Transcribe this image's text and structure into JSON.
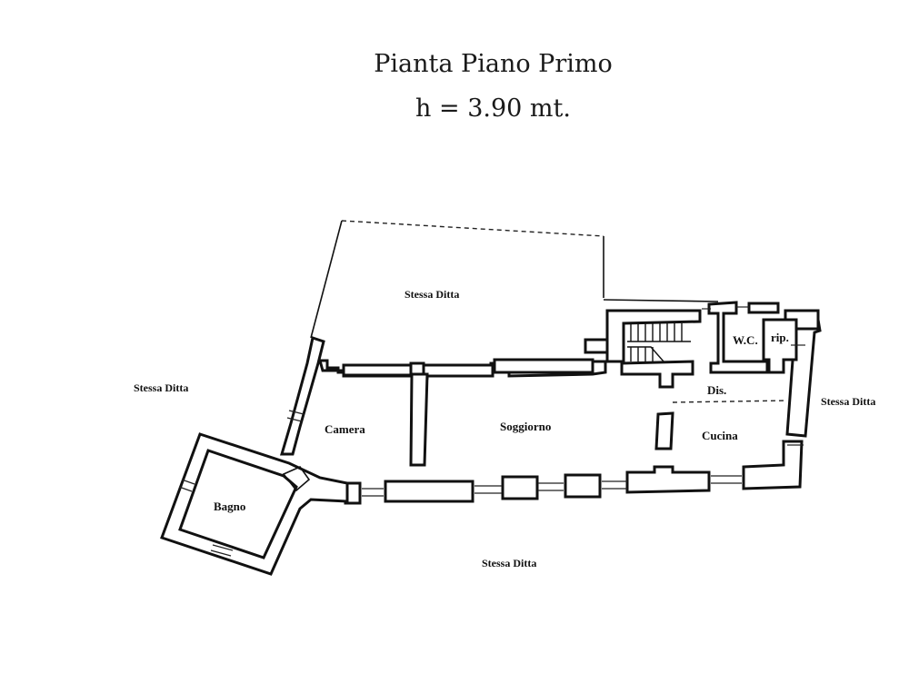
{
  "header": {
    "title": "Pianta Piano Primo",
    "height_label": "h = 3.90 mt."
  },
  "rooms": {
    "camera": "Camera",
    "soggiorno": "Soggiorno",
    "cucina": "Cucina",
    "disimpegno": "Dis.",
    "wc": "W.C.",
    "ripostiglio": "rip.",
    "bagno": "Bagno"
  },
  "surroundings": {
    "north": "Stessa Ditta",
    "west": "Stessa Ditta",
    "east": "Stessa Ditta",
    "south": "Stessa Ditta"
  },
  "colors": {
    "ink": "#111111",
    "paper": "#ffffff"
  }
}
